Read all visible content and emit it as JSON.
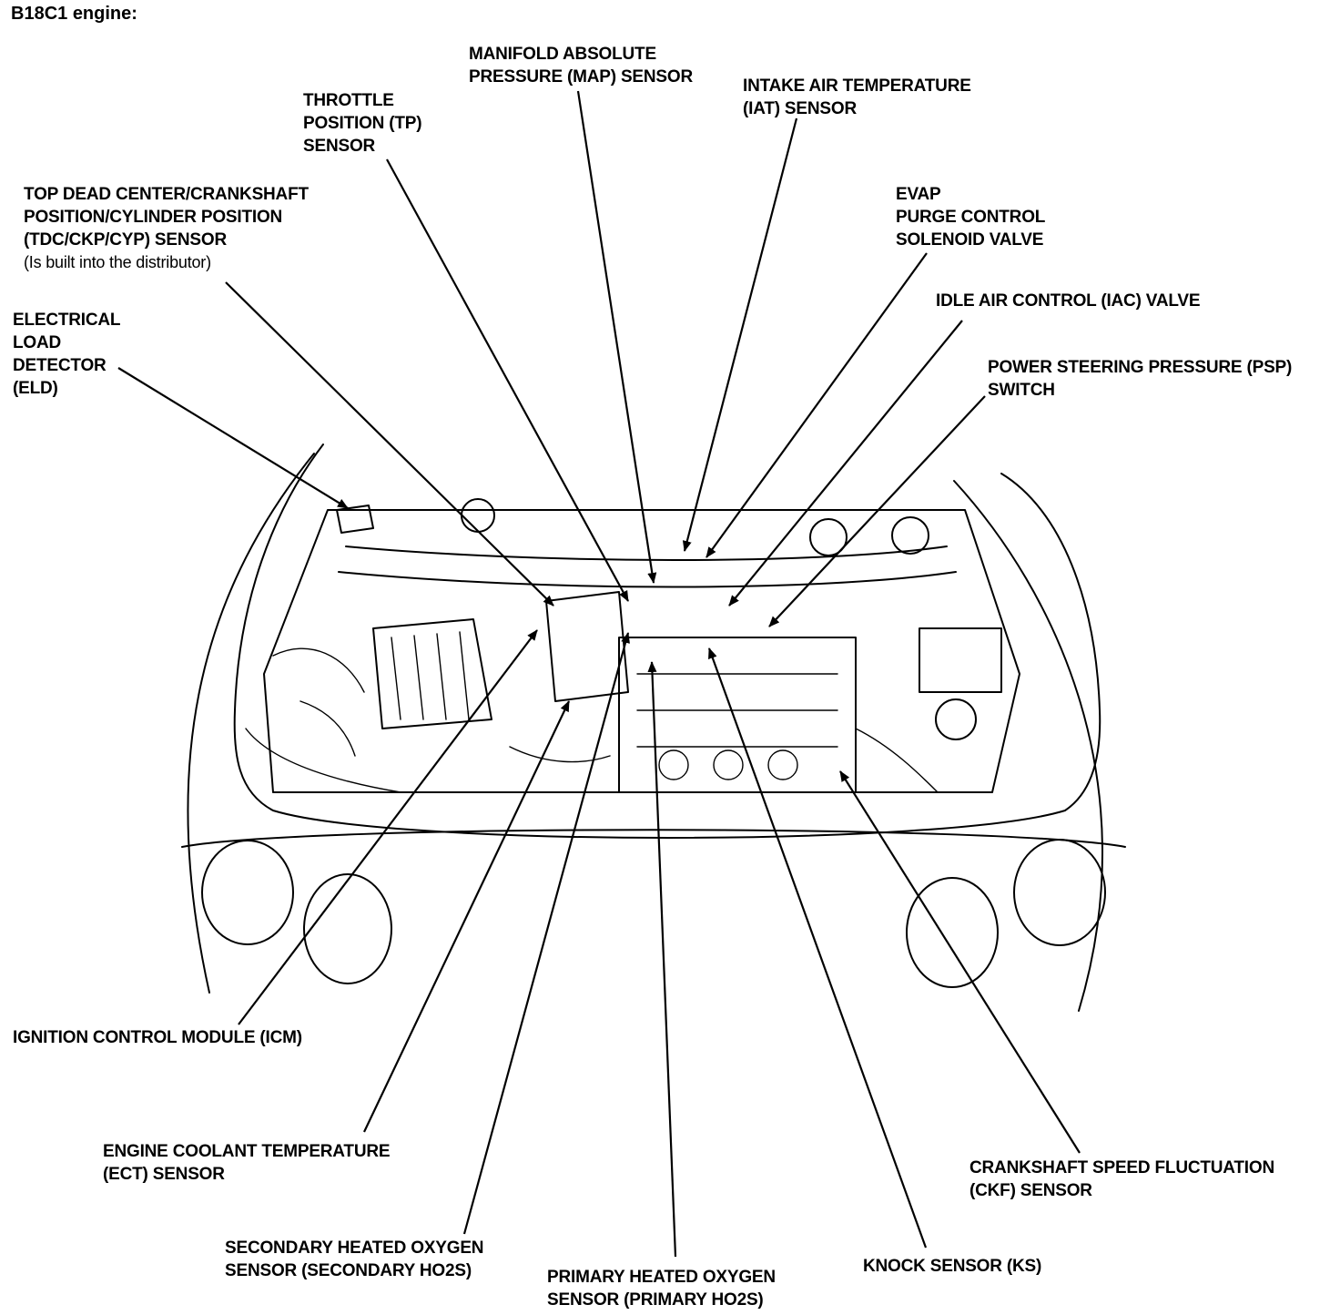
{
  "title": "B18C1 engine:",
  "labels": {
    "map": [
      "MANIFOLD ABSOLUTE",
      "PRESSURE (MAP) SENSOR"
    ],
    "iat": [
      "INTAKE AIR TEMPERATURE",
      "(IAT) SENSOR"
    ],
    "tp": [
      "THROTTLE",
      "POSITION (TP)",
      "SENSOR"
    ],
    "tdc": [
      "TOP DEAD CENTER/CRANKSHAFT",
      "POSITION/CYLINDER POSITION",
      "(TDC/CKP/CYP) SENSOR"
    ],
    "tdc_note": "(Is built into the distributor)",
    "evap": [
      "EVAP",
      "PURGE CONTROL",
      "SOLENOID VALVE"
    ],
    "iac": [
      "IDLE AIR CONTROL (IAC) VALVE"
    ],
    "eld": [
      "ELECTRICAL",
      "LOAD",
      "DETECTOR",
      "(ELD)"
    ],
    "psp": [
      "POWER STEERING PRESSURE (PSP)",
      "SWITCH"
    ],
    "icm": [
      "IGNITION CONTROL MODULE (ICM)"
    ],
    "ect": [
      "ENGINE COOLANT TEMPERATURE",
      "(ECT) SENSOR"
    ],
    "ckf": [
      "CRANKSHAFT SPEED FLUCTUATION",
      "(CKF) SENSOR"
    ],
    "secondary_ho2s": [
      "SECONDARY HEATED OXYGEN",
      "SENSOR (SECONDARY HO2S)"
    ],
    "primary_ho2s": [
      "PRIMARY HEATED OXYGEN",
      "SENSOR (PRIMARY HO2S)"
    ],
    "ks": [
      "KNOCK SENSOR (KS)"
    ]
  }
}
